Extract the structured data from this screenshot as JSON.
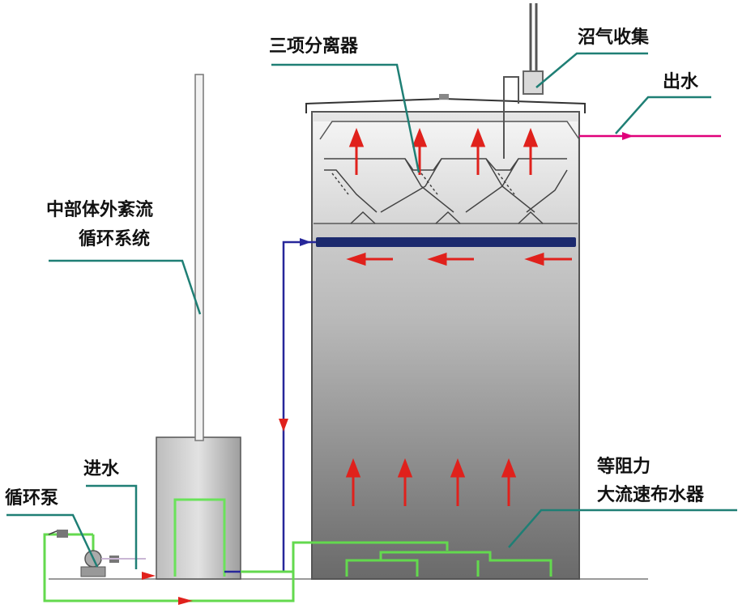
{
  "labels": {
    "three_phase_separator": "三项分离器",
    "biogas_collection": "沼气收集",
    "water_outlet": "出水",
    "mid_circulation_line1": "中部体外紊流",
    "mid_circulation_line2": "循环系统",
    "water_inlet": "进水",
    "circulation_pump": "循环泵",
    "distributor_line1": "等阻力",
    "distributor_line2": "大流速布水器"
  },
  "colors": {
    "leader_line": "#1f7f75",
    "flow_arrow": "#e0211c",
    "outlet_pipe": "#e0007a",
    "circulation_pipe": "#27279a",
    "feed_pipe": "#63d94e"
  }
}
